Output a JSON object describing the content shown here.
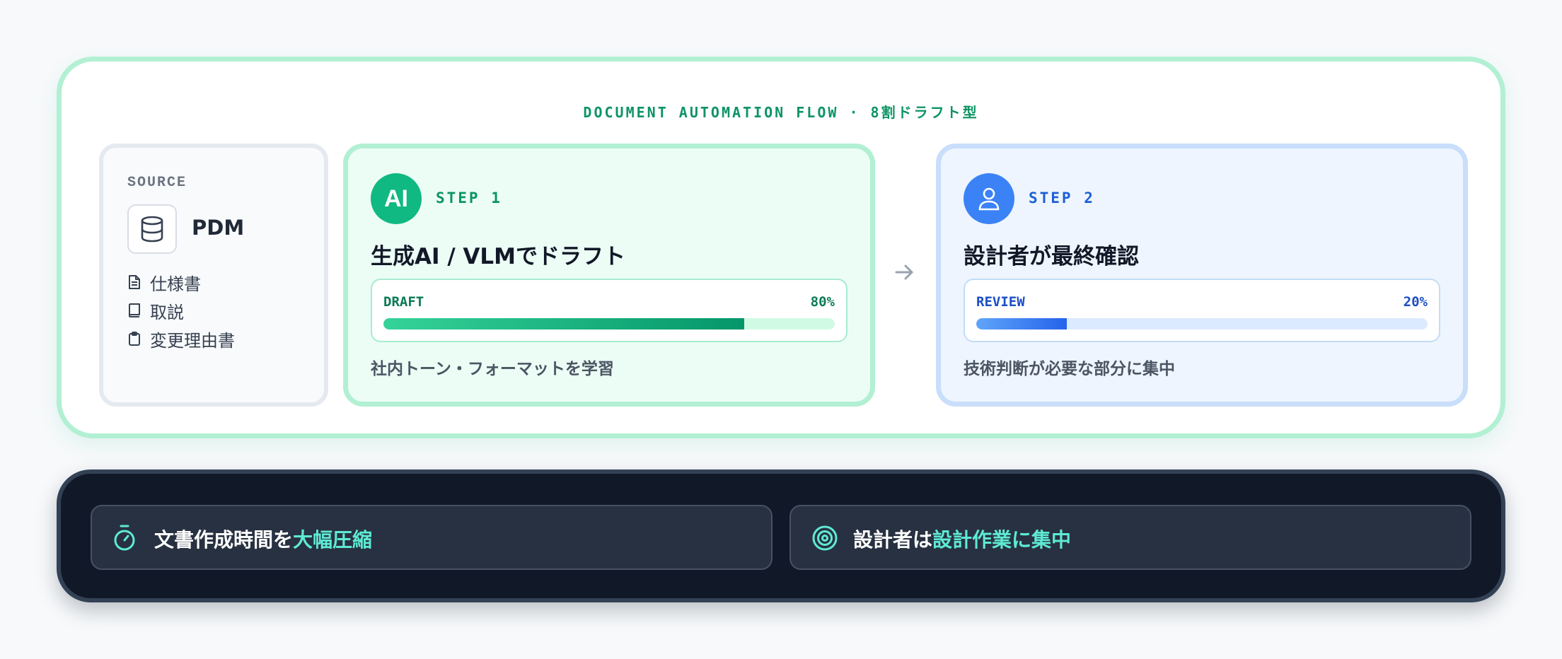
{
  "flow": {
    "title": "DOCUMENT AUTOMATION FLOW · 8割ドラフト型",
    "source": {
      "label": "SOURCE",
      "system": "PDM",
      "system_icon": "database-icon",
      "documents": [
        {
          "label": "仕様書",
          "icon": "file-text-icon"
        },
        {
          "label": "取説",
          "icon": "book-icon"
        },
        {
          "label": "変更理由書",
          "icon": "clipboard-icon"
        }
      ]
    },
    "step1": {
      "badge": "AI",
      "step_label": "STEP 1",
      "title": "生成AI / VLMでドラフト",
      "progress_label": "DRAFT",
      "progress_pct": "80%",
      "progress_value": 0.8,
      "description": "社内トーン・フォーマットを学習"
    },
    "arrow_icon": "arrow-right-icon",
    "step2": {
      "badge_icon": "user-icon",
      "step_label": "STEP 2",
      "title": "設計者が最終確認",
      "progress_label": "REVIEW",
      "progress_pct": "20%",
      "progress_value": 0.2,
      "description": "技術判断が必要な部分に集中"
    }
  },
  "benefits": [
    {
      "icon": "stopwatch-icon",
      "text": "文書作成時間を",
      "highlight": "大幅圧縮"
    },
    {
      "icon": "target-icon",
      "text": "設計者は",
      "highlight": "設計作業に集中"
    }
  ],
  "colors": {
    "accent_green": "#10b981",
    "accent_blue": "#3b82f6",
    "highlight_teal": "#5eead4",
    "dark_bg": "#111827"
  }
}
